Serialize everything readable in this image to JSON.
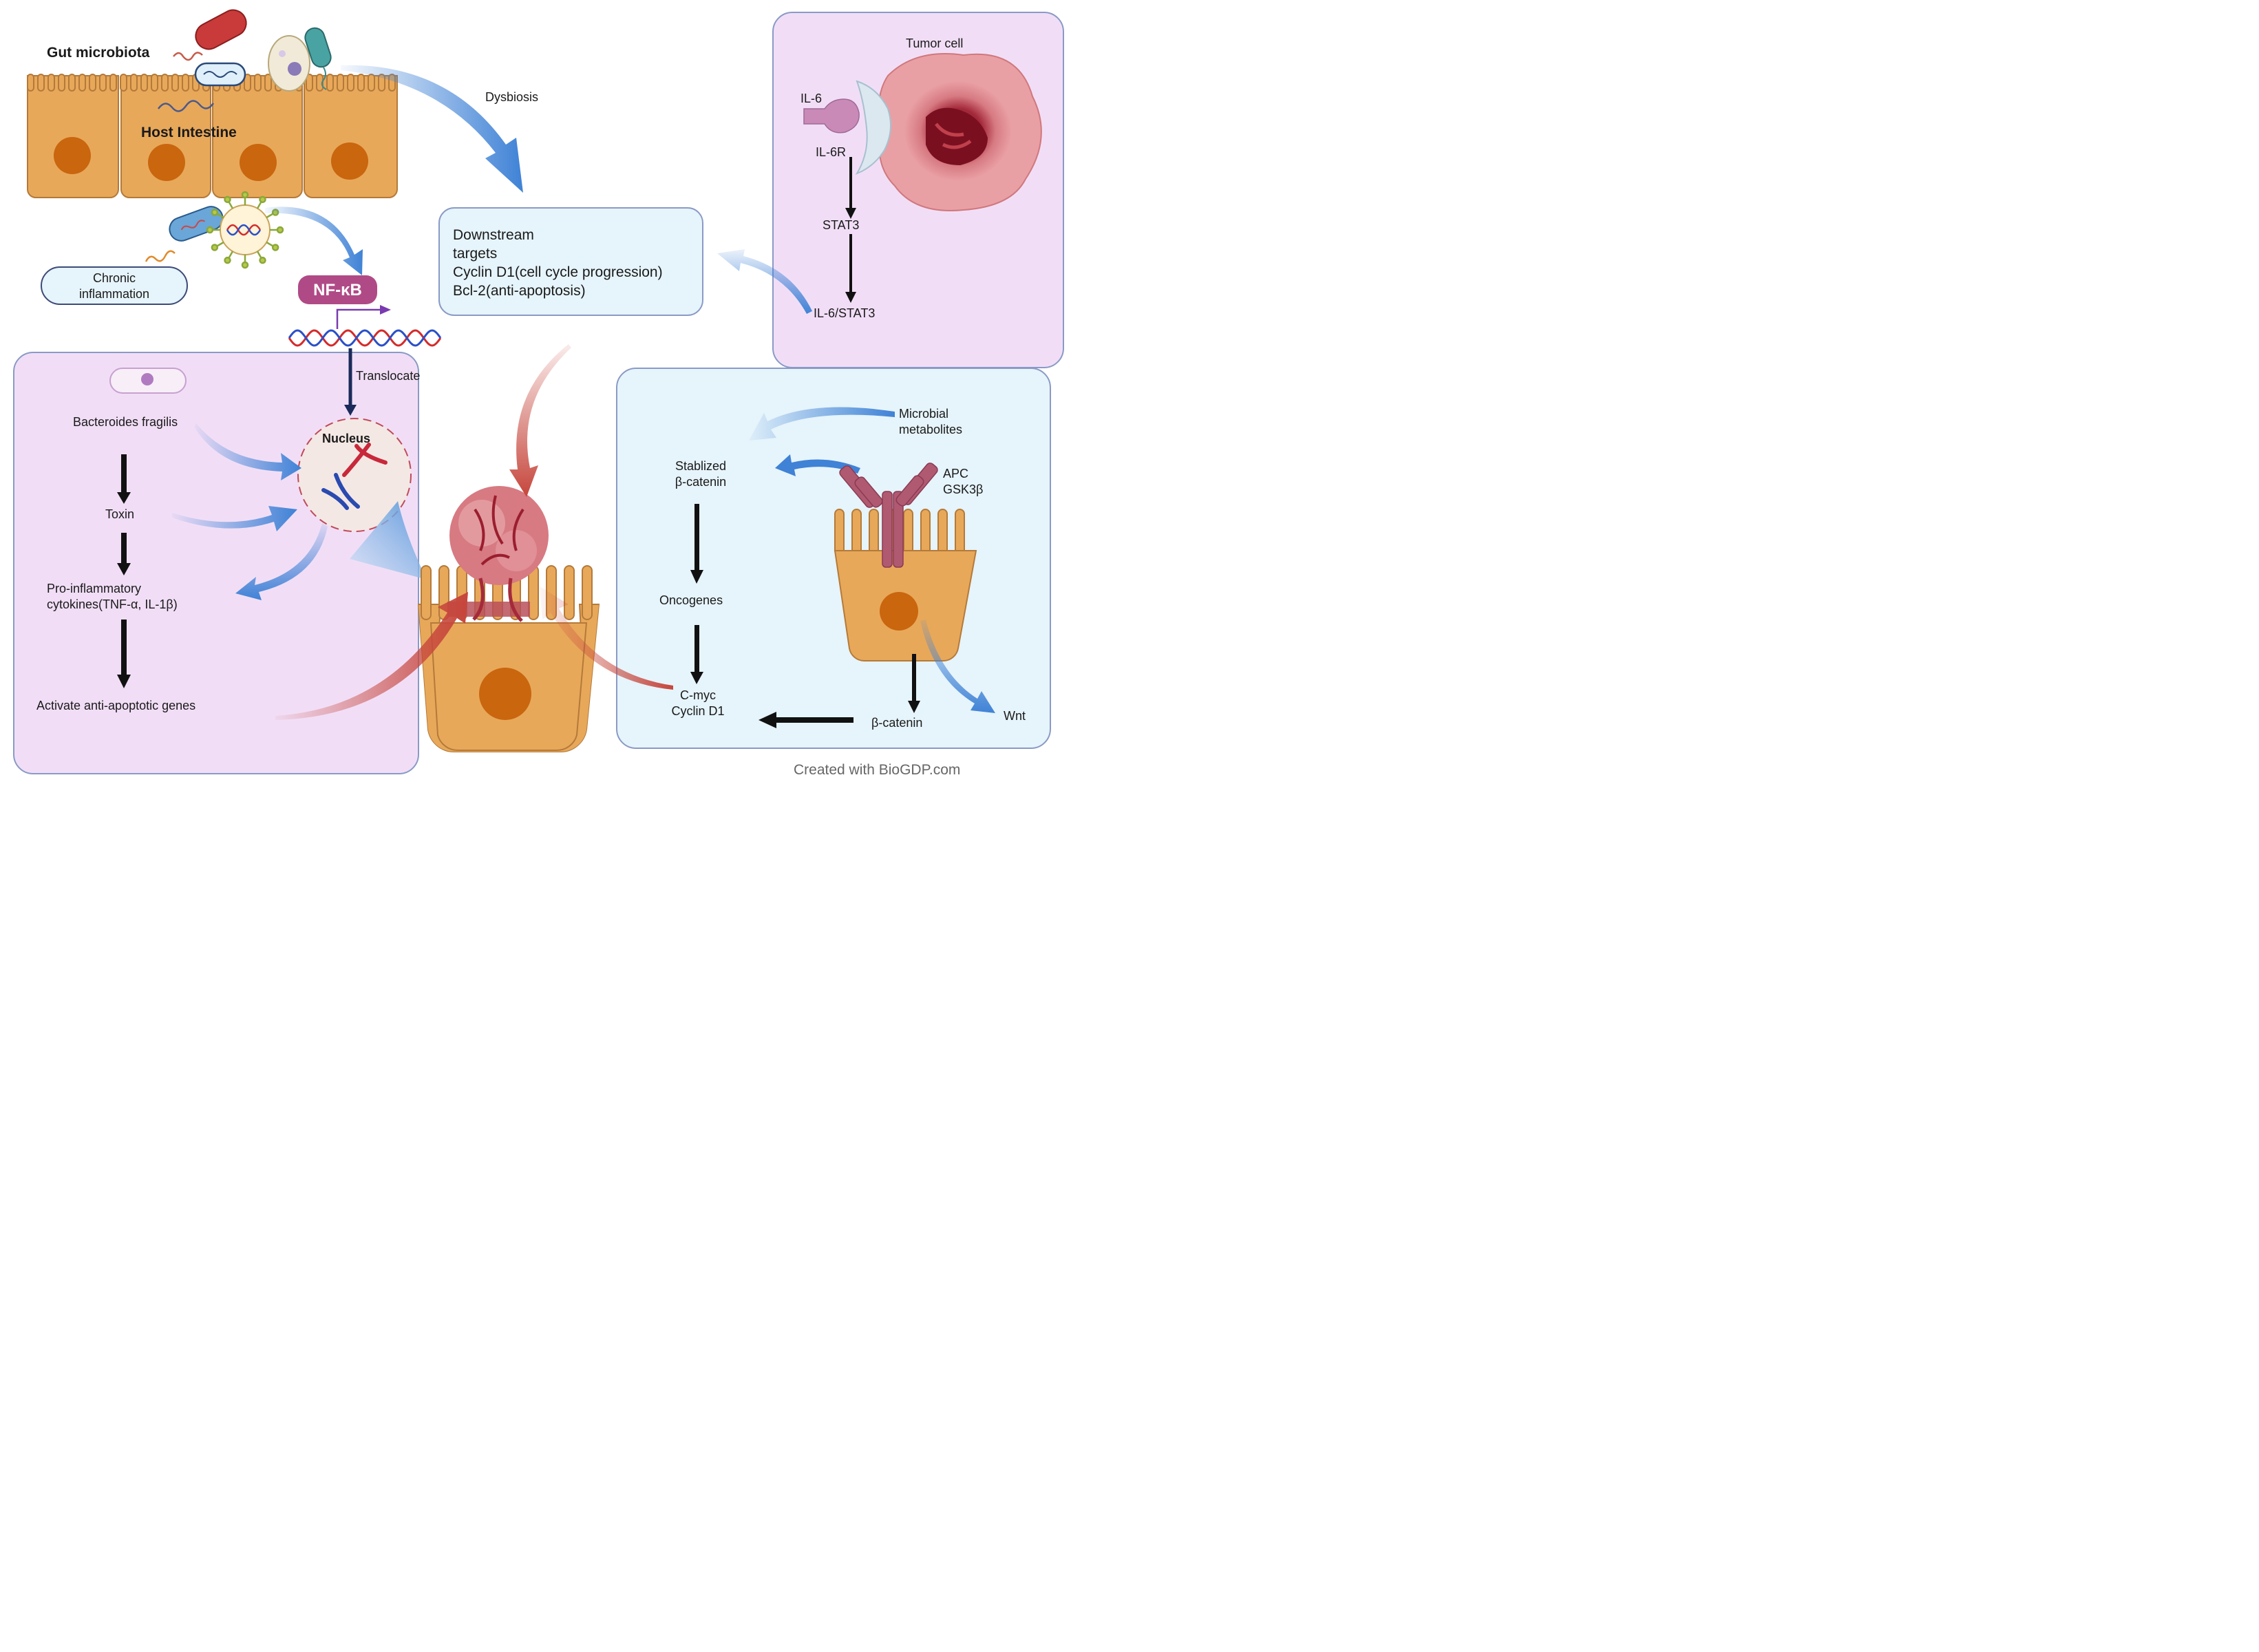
{
  "labels": {
    "gut_microbiota": "Gut microbiota",
    "host_intestine": "Host Intestine",
    "dysbiosis": "Dysbiosis",
    "chronic_inflammation": [
      "Chronic",
      "inflammation"
    ],
    "nfkb": "NF-κB",
    "translocate": "Translocate",
    "nucleus": "Nucleus",
    "downstream": [
      "Downstream",
      "targets",
      "Cyclin D1(cell cycle progression)",
      "Bcl-2(anti-apoptosis)"
    ],
    "tumor_cell": "Tumor cell",
    "il6": "IL-6",
    "il6r": "IL-6R",
    "stat3": "STAT3",
    "il6_stat3": "IL-6/STAT3",
    "bacteroides": "Bacteroides fragilis",
    "toxin": "Toxin",
    "proinflammatory": [
      "Pro-inflammatory",
      "cytokines(TNF-α, IL-1β)"
    ],
    "anti_apoptotic": "Activate anti-apoptotic genes",
    "microbial_metabolites": [
      "Microbial",
      "metabolites"
    ],
    "stabilized": [
      "Stablized",
      "β-catenin"
    ],
    "apc_gsk": [
      "APC",
      "GSK3β"
    ],
    "oncogenes": "Oncogenes",
    "cmyc": [
      "C-myc",
      "Cyclin D1"
    ],
    "beta_catenin": "β-catenin",
    "wnt": "Wnt",
    "credit": "Created with BioGDP.com"
  },
  "colors": {
    "cell_fill": "#e8a85a",
    "cell_stroke": "#b47a3a",
    "nucleus_fill": "#c9660e",
    "lilac_panel": "#f1def6",
    "blue_panel": "#e6f4fb",
    "panel_stroke": "#8a9ac6",
    "blue_arrow": "#3f82d6",
    "red_arrow": "#c6463c",
    "nfkb_badge": "#b04a86",
    "dna_red": "#d42b2b",
    "dna_blue": "#2a50c8",
    "tumor": "#c95a6a",
    "receptor": "#a9506a"
  },
  "icons": [
    "bacteria-icon",
    "virus-icon",
    "protozoa-icon",
    "dna-icon",
    "chromosome-icon",
    "tumor-icon",
    "receptor-icon",
    "bacteroides-icon"
  ]
}
